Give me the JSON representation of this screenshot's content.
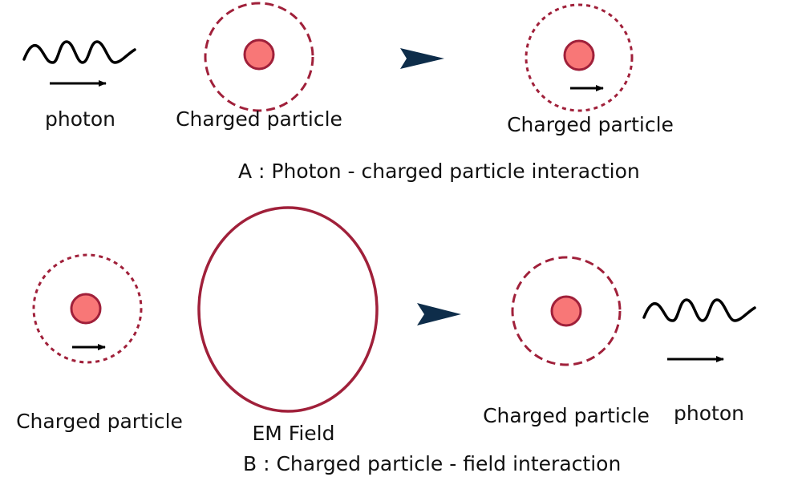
{
  "colors": {
    "particle_fill": "#f87777",
    "particle_stroke": "#a0203a",
    "shell_stroke": "#a0203a",
    "field_stroke": "#a0203a",
    "process_arrow": "#0e2d4a",
    "wave_stroke": "#000000"
  },
  "icons": {
    "photon": "sine-wave-with-arrow",
    "process": "arrowhead-right"
  },
  "panel_a": {
    "photon_label": "photon",
    "particle_before_label": "Charged particle",
    "particle_after_label": "Charged particle",
    "caption": "A : Photon - charged particle interaction"
  },
  "panel_b": {
    "particle_before_label": "Charged particle",
    "field_label": "EM Field",
    "particle_after_label": "Charged particle",
    "photon_label": "photon",
    "caption": "B : Charged particle - field interaction"
  }
}
